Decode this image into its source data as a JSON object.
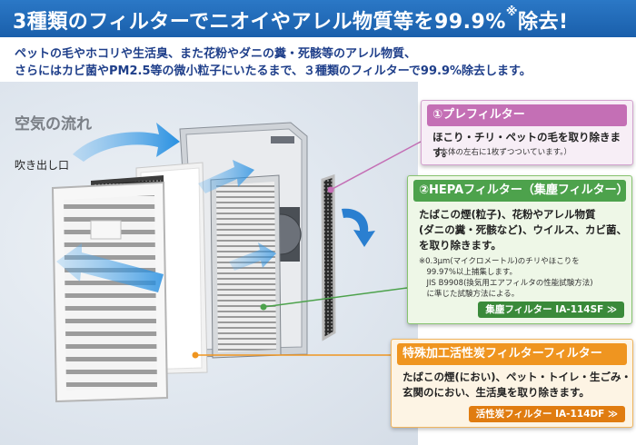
{
  "banner": {
    "title": "3種類のフィルターでニオイやアレル物質等を99.9%",
    "mark": "※",
    "suffix": "除去!"
  },
  "intro": {
    "line1": "ペットの毛やホコリや生活臭、また花粉やダニの糞・死骸等のアレル物質、",
    "line2": "さらにはカビ菌やPM2.5等の微小粒子にいたるまで、３種類のフィルターで99.9%除去します。"
  },
  "illustration": {
    "airflow_label": "空気の流れ",
    "outlet_label": "吹き出し口"
  },
  "filters": [
    {
      "title": "①プレフィルター",
      "body": [
        "ほこり・チリ・ペットの毛を取り除きます。"
      ],
      "note": [
        "（本体の左右に1枚ずつついています。）"
      ],
      "color": "#c46fb5"
    },
    {
      "title": "②HEPAフィルター（集塵フィルター）",
      "body": [
        "たばこの煙(粒子)、花粉やアレル物質",
        "(ダニの糞・死骸など)、ウイルス、カビ菌、",
        "を取り除きます。"
      ],
      "note": [
        "※0.3μm(マイクロメートル)のチリやほこりを",
        "　99.97%以上捕集します。",
        "　JIS B9908(換気用エアフィルタの性能試験方法)",
        "　に準じた試験方法による。"
      ],
      "link": "集塵フィルター IA-114SF ≫",
      "color": "#4da24c"
    },
    {
      "title": "特殊加工活性炭フィルターフィルター",
      "body": [
        "たばこの煙(におい)、ペット・トイレ・生ごみ・",
        "玄関のにおい、生活臭を取り除きます。"
      ],
      "link": "活性炭フィルター IA-114DF ≫",
      "color": "#ef9520"
    }
  ]
}
